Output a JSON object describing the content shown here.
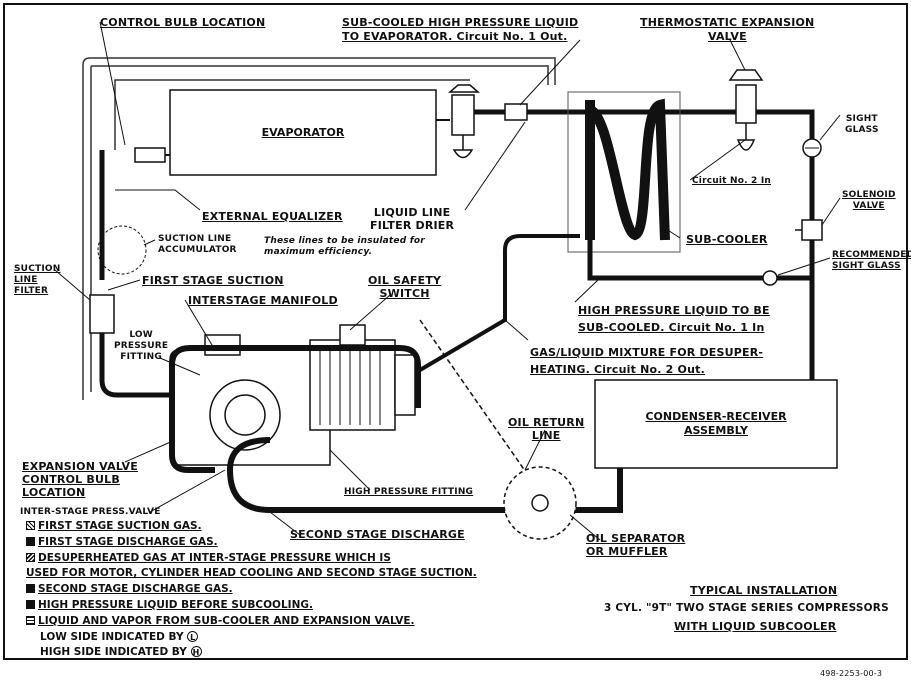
{
  "labels": {
    "control_bulb_location": "CONTROL BULB LOCATION",
    "subcooled_line1": "SUB-COOLED HIGH PRESSURE LIQUID",
    "subcooled_line2": "TO EVAPORATOR. Circuit No. 1 Out.",
    "tev_line1": "THERMOSTATIC EXPANSION",
    "tev_line2": "VALVE",
    "sight_glass": "SIGHT\nGLASS",
    "evaporator": "EVAPORATOR",
    "circuit2_in": "Circuit No. 2 In",
    "solenoid_valve": "SOLENOID\nVALVE",
    "external_equalizer": "EXTERNAL EQUALIZER",
    "liquid_line_filter_drier": "LIQUID LINE\nFILTER DRIER",
    "suction_line_accumulator": "SUCTION LINE\nACCUMULATOR",
    "insulate_note": "These lines to be insulated for\nmaximum efficiency.",
    "sub_cooler": "SUB-COOLER",
    "recommended_sight_glass": "RECOMMENDED\nSIGHT GLASS",
    "suction_line_filter": "SUCTION\nLINE\nFILTER",
    "first_stage_suction": "FIRST STAGE SUCTION",
    "oil_safety_switch": "OIL SAFETY\nSWITCH",
    "interstage_manifold": "INTERSTAGE MANIFOLD",
    "hp_liquid_to_be_subcooled": "HIGH PRESSURE LIQUID TO BE\nSUB-COOLED. Circuit No. 1 In",
    "low_pressure_fitting": "LOW\nPRESSURE\nFITTING",
    "gas_liquid_mixture": "GAS/LIQUID MIXTURE FOR DESUPER-\nHEATING. Circuit No. 2 Out.",
    "condenser_receiver": "CONDENSER-RECEIVER\nASSEMBLY",
    "oil_return_line": "OIL RETURN\nLINE",
    "expansion_valve_control_bulb": "EXPANSION VALVE\nCONTROL BULB\nLOCATION",
    "high_pressure_fitting": "HIGH PRESSURE FITTING",
    "interstage_press_valve": "INTER-STAGE PRESS.VALVE",
    "second_stage_discharge": "SECOND STAGE DISCHARGE",
    "oil_separator": "OIL SEPARATOR\nOR MUFFLER",
    "title_line1": "TYPICAL INSTALLATION",
    "title_line2": "3 CYL. \"9T\" TWO STAGE SERIES COMPRESSORS",
    "title_line3": "WITH LIQUID SUBCOOLER",
    "drawing_number": "498-2253-00-3"
  },
  "legend": {
    "items": [
      "FIRST STAGE SUCTION GAS.",
      "FIRST STAGE DISCHARGE GAS.",
      "DESUPERHEATED GAS AT INTER-STAGE PRESSURE WHICH IS",
      "USED FOR MOTOR, CYLINDER HEAD COOLING AND SECOND STAGE SUCTION.",
      "SECOND STAGE DISCHARGE GAS.",
      "HIGH PRESSURE LIQUID BEFORE SUBCOOLING.",
      "LIQUID AND VAPOR FROM SUB-COOLER AND EXPANSION VALVE."
    ],
    "low_side_text": "LOW SIDE INDICATED BY",
    "low_side_symbol": "L",
    "high_side_text": "HIGH SIDE INDICATED BY",
    "high_side_symbol": "H"
  }
}
